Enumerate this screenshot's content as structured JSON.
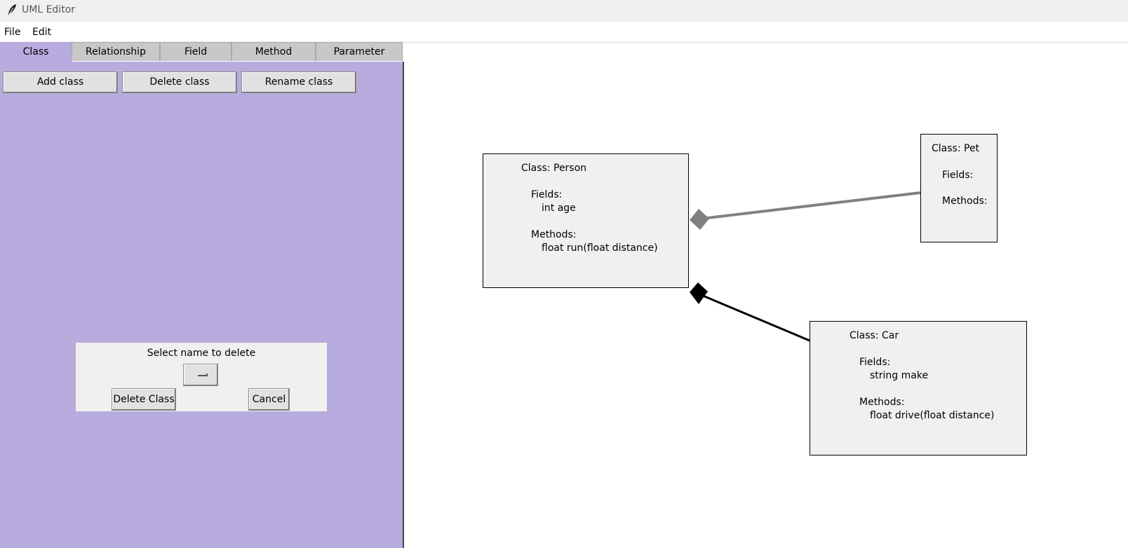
{
  "window": {
    "title": "UML Editor",
    "icon": "feather-icon"
  },
  "menu": [
    "File",
    "Edit"
  ],
  "tabs": [
    {
      "label": "Class",
      "active": true
    },
    {
      "label": "Relationship",
      "active": false
    },
    {
      "label": "Field",
      "active": false
    },
    {
      "label": "Method",
      "active": false
    },
    {
      "label": "Parameter",
      "active": false
    }
  ],
  "panel": {
    "buttons": [
      "Add class",
      "Delete class",
      "Rename class"
    ],
    "background": "#b8abde"
  },
  "dialog": {
    "label": "Select name to delete",
    "dropdown_value": "",
    "confirm_label": "Delete Class",
    "cancel_label": "Cancel"
  },
  "classes": {
    "person": {
      "title": "Class: Person",
      "fields_label": "Fields:",
      "fields": [
        "int age"
      ],
      "methods_label": "Methods:",
      "methods": [
        "float run(float distance)"
      ]
    },
    "pet": {
      "title": "Class: Pet",
      "fields_label": "Fields:",
      "fields": [],
      "methods_label": "Methods:",
      "methods": []
    },
    "car": {
      "title": "Class: Car",
      "fields_label": "Fields:",
      "fields": [
        "string make"
      ],
      "methods_label": "Methods:",
      "methods": [
        "float drive(float distance)"
      ]
    }
  },
  "relationships": [
    {
      "from": "person",
      "to": "pet",
      "type": "aggregation",
      "color": "#808080"
    },
    {
      "from": "person",
      "to": "car",
      "type": "composition",
      "color": "#000000"
    }
  ]
}
